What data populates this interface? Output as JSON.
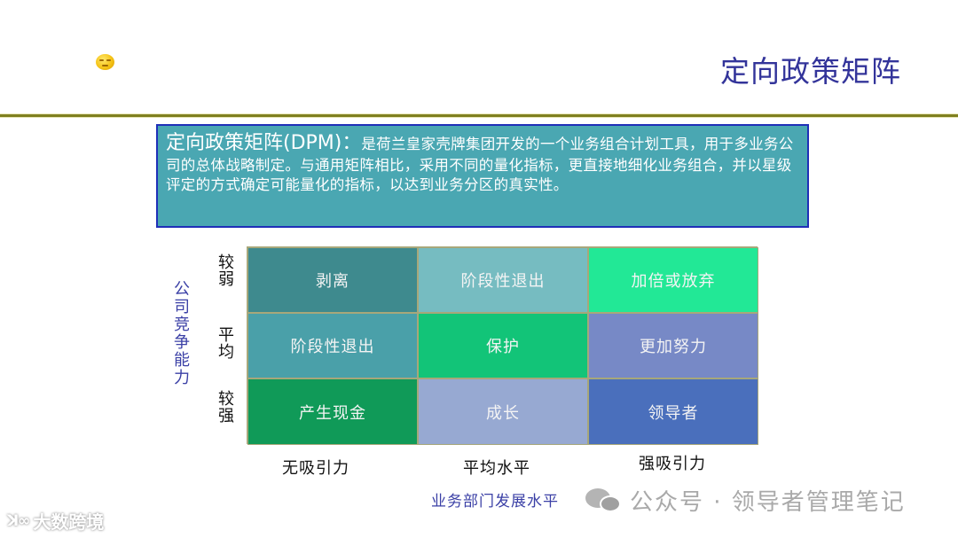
{
  "header": {
    "emoji_icon": "smiley-face",
    "title": "定向政策矩阵"
  },
  "definition": {
    "lead": "定向政策矩阵(DPM)：",
    "text": "是荷兰皇家壳牌集团开发的一个业务组合计划工具，用于多业务公司的总体战略制定。与通用矩阵相比，采用不同的量化指标，更直接地细化业务组合，并以星级评定的方式确定可能量化的指标，以达到业务分区的真实性。"
  },
  "matrix": {
    "y_axis_title": "公司竞争能力",
    "x_axis_title": "业务部门发展水平",
    "row_labels": [
      "较弱",
      "平均",
      "较强"
    ],
    "col_labels": [
      "无吸引力",
      "平均水平",
      "强吸引力"
    ],
    "rows": [
      [
        {
          "label": "剥离",
          "color": "#3e8a8e"
        },
        {
          "label": "阶段性退出",
          "color": "#76bcc1"
        },
        {
          "label": "加倍或放弃",
          "color": "#22e896"
        }
      ],
      [
        {
          "label": "阶段性退出",
          "color": "#4aa0a9"
        },
        {
          "label": "保护",
          "color": "#12c478"
        },
        {
          "label": "更加努力",
          "color": "#7789c6"
        }
      ],
      [
        {
          "label": "产生现金",
          "color": "#109a58"
        },
        {
          "label": "成长",
          "color": "#97a9d2"
        },
        {
          "label": "领导者",
          "color": "#4a6fbc"
        }
      ]
    ]
  },
  "watermark": {
    "icon": "wechat-icon",
    "text": "公众号 · 领导者管理笔记"
  },
  "corner_logo": {
    "mark": "ꓘ∞",
    "text": "大数跨境"
  },
  "colors": {
    "title": "#33349a",
    "rule": "#808020",
    "definition_bg": "#4aa7b2",
    "definition_border": "#1f2fb8",
    "axis_title": "#3b40a6"
  }
}
